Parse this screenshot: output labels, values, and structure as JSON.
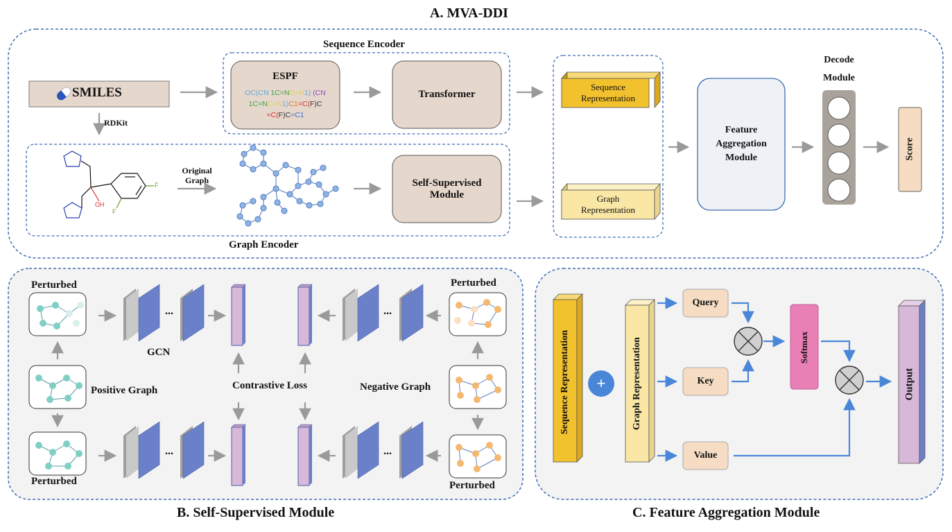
{
  "panel_a": {
    "title": "A. MVA-DDI",
    "smiles_label": "SMILES",
    "rdkit_label": "RDKit",
    "sequence_encoder_label": "Sequence Encoder",
    "espf_label": "ESPF",
    "espf_tokens": [
      [
        {
          "t": "OC(CN ",
          "c": "#5aa8e0"
        },
        {
          "t": "1C=N",
          "c": "#3aa64a"
        },
        {
          "t": "C=N",
          "c": "#d9d24a"
        },
        {
          "t": "1) ",
          "c": "#5aa8e0"
        },
        {
          "t": "(CN",
          "c": "#8a4fc4"
        }
      ],
      [
        {
          "t": "1C=N",
          "c": "#3aa64a"
        },
        {
          "t": "C=N",
          "c": "#d9d24a"
        },
        {
          "t": "1)",
          "c": "#5aa8e0"
        },
        {
          "t": "C1",
          "c": "#e07a2a"
        },
        {
          "t": "=C(",
          "c": "#d63030"
        },
        {
          "t": "F)C",
          "c": "#333333"
        }
      ],
      [
        {
          "t": "=C(",
          "c": "#d63030"
        },
        {
          "t": "F)C",
          "c": "#333333"
        },
        {
          "t": "=C1",
          "c": "#3a6fd6"
        }
      ]
    ],
    "transformer_label": "Transformer",
    "original_graph_label": "Original\nGraph",
    "self_supervised_label": "Self-Supervised\nModule",
    "graph_encoder_label": "Graph Encoder",
    "sequence_rep_label": "Sequence\nRepresentation",
    "graph_rep_label": "Graph\nRepresentation",
    "feature_agg_label": "Feature\nAggregation\nModule",
    "decode_label": "Decode\nModule",
    "score_label": "Score",
    "mol_labels": {
      "oh": "OH",
      "f1": "F",
      "f2": "F"
    }
  },
  "panel_b": {
    "title": "B. Self-Supervised Module",
    "perturbed_tl": "Perturbed",
    "perturbed_bl": "Perturbed",
    "perturbed_tr": "Perturbed",
    "perturbed_br": "Perturbed",
    "positive_graph": "Positive Graph",
    "negative_graph": "Negative Graph",
    "gcn_label": "GCN",
    "contrastive_loss": "Contrastive Loss",
    "ellipsis": "..."
  },
  "panel_c": {
    "title": "C. Feature Aggregation Module",
    "sequence_rep": "Sequence Representation",
    "graph_rep": "Graph Representation",
    "plus": "+",
    "query": "Query",
    "key": "Key",
    "value": "Value",
    "softmax": "Softmax",
    "output": "Output"
  },
  "colors": {
    "dashed_border": "#3f6db4",
    "module_fill": "#e6d7cc",
    "sequence_rep_fill": "#f2c12e",
    "graph_rep_fill": "#fae7a5",
    "qkv_fill": "#f5dcc3",
    "softmax_fill": "#e87fb5",
    "output_fill": "#d8b8d9",
    "arrow_gray": "#9a9a9a",
    "arrow_blue": "#4a86d8",
    "gcn_blue": "#6a80c8",
    "node_teal": "#7fcfc5",
    "node_orange": "#f5b870",
    "node_blue": "#8db4e6"
  }
}
